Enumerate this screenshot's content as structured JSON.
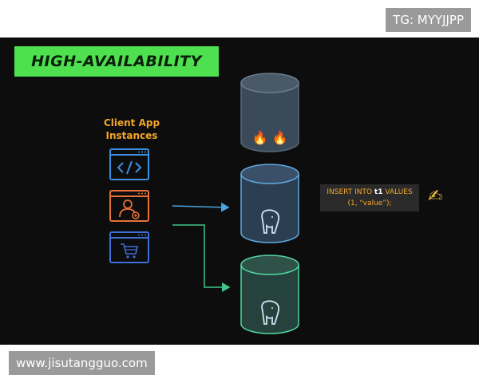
{
  "watermarks": {
    "top_right": "TG: MYYJJPP",
    "bottom_left": "www.jisutangguo.com"
  },
  "diagram": {
    "title": "HIGH-AVAILABILITY",
    "client_label_line1": "Client App",
    "client_label_line2": "Instances",
    "sql_line1_part1": "INSERT INTO ",
    "sql_line1_table": "t1",
    "sql_line1_part2": " VALUES",
    "sql_line2": "(1, “value”);",
    "hand_glyph": "✍",
    "fire_glyphs": "🔥 🔥",
    "client_icons": [
      "code-window-icon",
      "user-profile-window-icon",
      "shopping-cart-window-icon"
    ],
    "databases": [
      "failed-database-icon",
      "primary-postgres-database-icon",
      "standby-postgres-database-icon"
    ],
    "colors": {
      "title_bg": "#4ee04e",
      "client_label": "#f4a62a",
      "code_icon": "#3d8fe0",
      "user_icon": "#e8703a",
      "cart_icon": "#3d6fd6",
      "arrow_primary": "#4aa3e0",
      "arrow_standby": "#3ec58a",
      "db_failed": "#4a5968",
      "db_primary_stroke": "#5fa8e0",
      "db_standby_stroke": "#4fd6a0"
    }
  }
}
